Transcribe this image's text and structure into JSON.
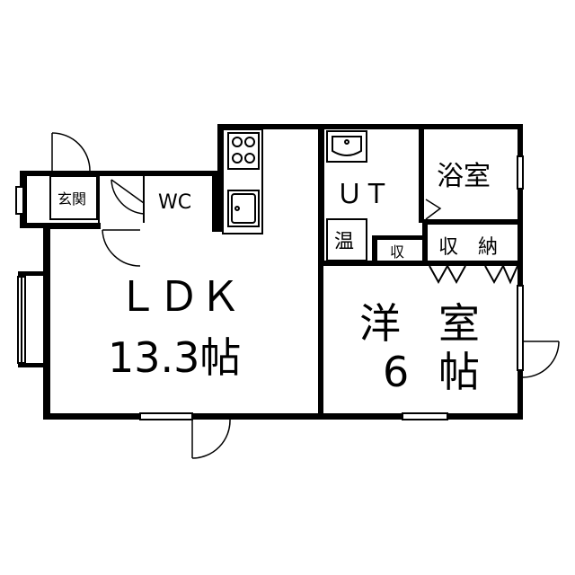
{
  "rooms": {
    "entrance": "玄関",
    "wc": "WC",
    "ldk_name": "ＬＤＫ",
    "ldk_size": "13.3帖",
    "ut": "ＵＴ",
    "bath": "浴室",
    "water_heater": "温",
    "small_storage": "収",
    "storage": "収　納",
    "western_1": "洋",
    "western_2": "室",
    "western_size": "6",
    "western_unit": "帖"
  }
}
